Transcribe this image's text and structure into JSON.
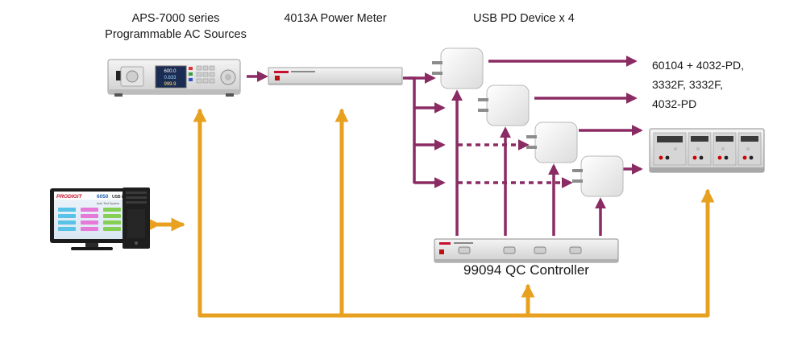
{
  "labels": {
    "ac_source_line1": "APS-7000 series",
    "ac_source_line2": "Programmable AC Sources",
    "power_meter": "4013A Power Meter",
    "usb_pd": "USB PD Device x 4",
    "load_line1": "60104 + 4032-PD,",
    "load_line2": "3332F, 3332F,",
    "load_line3": "4032-PD",
    "qc_controller": "99094 QC Controller"
  },
  "screen": {
    "brand": "PRODIGIT",
    "model": "6050",
    "product": "USB PD",
    "subtitle": "Auto Test System"
  },
  "ac_display": {
    "row1": "600.0",
    "row2": "0.833",
    "row3": "999.9"
  },
  "colors": {
    "purple": "#8a2b63",
    "orange": "#e8a020"
  }
}
